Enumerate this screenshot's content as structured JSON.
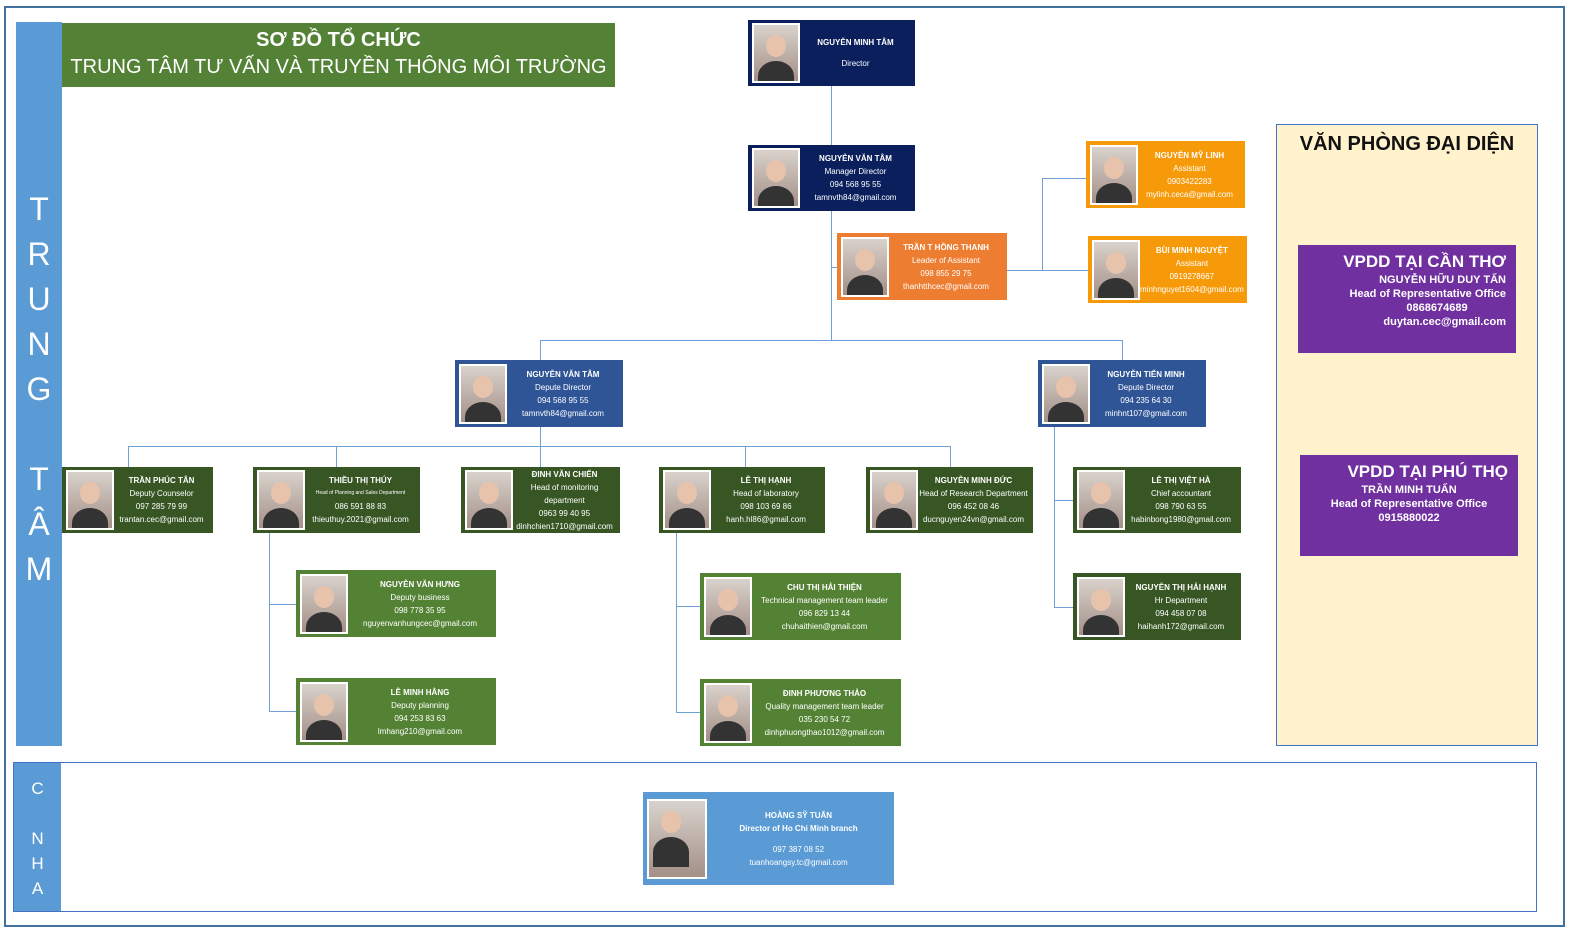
{
  "title": {
    "line1": "SƠ ĐỒ TỔ CHỨC",
    "line2": "TRUNG TÂM TƯ VẤN VÀ TRUYỀN THÔNG MÔI TRƯỜNG"
  },
  "side_label": [
    "T",
    "R",
    "U",
    "N",
    "G",
    "",
    "T",
    "Â",
    "M"
  ],
  "branch_label": [
    "C",
    "",
    "N",
    "H",
    "A"
  ],
  "colors": {
    "navy": "#0a1f5c",
    "orange": "#ed7d31",
    "amber": "#f79a0a",
    "blue": "#2f5597",
    "dark_green": "#375623",
    "green": "#548235",
    "light_blue": "#5b9bd5",
    "purple": "#7030a0"
  },
  "cards": [
    {
      "lines": [
        "NGUYỄN MINH TÂM",
        "Director"
      ]
    },
    {
      "lines": [
        "NGUYỄN VĂN TÂM",
        "Manager Director",
        "094 568 95 55",
        "tamnvth84@gmail.com"
      ]
    },
    {
      "lines": [
        "TRẦN T HỒNG THANH",
        "Leader of Assistant",
        "098 855 29 75",
        "thanhtthcec@gmail.com"
      ]
    },
    {
      "lines": [
        "NGUYỄN MỸ LINH",
        "Assistant",
        "0903422283",
        "mylinh.ceca@gmail.com"
      ]
    },
    {
      "lines": [
        "BÙI MINH NGUYỆT",
        "Assistant",
        "0919278667",
        "minhnguyet1604@gmail.com"
      ]
    },
    {
      "lines": [
        "NGUYỄN VĂN TÂM",
        "Depute Director",
        "094 568 95 55",
        "tamnvth84@gmail.com"
      ]
    },
    {
      "lines": [
        "NGUYỄN TIẾN MINH",
        "Depute Director",
        "094 235 64 30",
        "minhnt107@gmail.com"
      ]
    },
    {
      "lines": [
        "TRẦN PHÚC TÂN",
        "Deputy Counselor",
        "097 285 79 99",
        "trantan.cec@gmail.com"
      ]
    },
    {
      "lines": [
        "THIỀU THỊ THÚY",
        "Head of Planning and Sales Department",
        "086 591 88 83",
        "thieuthuy.2021@gmail.com"
      ]
    },
    {
      "lines": [
        "ĐINH VĂN CHIẾN",
        "Head of monitoring department",
        "0963 99 40 95",
        "dinhchien1710@gmail.com"
      ]
    },
    {
      "lines": [
        "LÊ THỊ HẠNH",
        "Head of laboratory",
        "098 103 69 86",
        "hanh.hl86@gmail.com"
      ]
    },
    {
      "lines": [
        "NGUYỄN MINH ĐỨC",
        "Head of Research Department",
        "096 452 08 46",
        "ducnguyen24vn@gmail.com"
      ]
    },
    {
      "lines": [
        "LÊ THỊ VIỆT HÀ",
        "Chief accountant",
        "098 790 63 55",
        "habinbong1980@gmail.com"
      ]
    },
    {
      "lines": [
        "NGUYỄN VĂN HƯNG",
        "Deputy business",
        "098 778 35 95",
        "nguyenvanhungcec@gmail.com"
      ]
    },
    {
      "lines": [
        "LÊ MINH HẰNG",
        "Deputy planning",
        "094 253 83 63",
        "lmhang210@gmail.com"
      ]
    },
    {
      "lines": [
        "CHU THỊ HẢI THIỆN",
        "Technical management team leader",
        "096 829 13 44",
        "chuhaithien@gmail.com"
      ]
    },
    {
      "lines": [
        "ĐINH PHƯƠNG THẢO",
        "Quality management team leader",
        "035 230 54 72",
        "dinhphuongthao1012@gmail.com"
      ]
    },
    {
      "lines": [
        "NGUYỄN THỊ HẢI HẠNH",
        "Hr Department",
        "094 458 07 08",
        "haihanh172@gmail.com"
      ]
    },
    {
      "lines": [
        "HOÀNG SỸ TUẤN",
        "Director of Ho Chi Minh branch",
        "097 387  08 52",
        "tuanhoangsy.tc@gmail.com"
      ]
    }
  ],
  "rep_offices": {
    "heading": "VĂN PHÒNG ĐẠI DIỆN",
    "offices": [
      {
        "name": "VPDD TẠI CẦN THƠ",
        "person": "NGUYỄN HỮU DUY TẤN",
        "role": "Head of Representative Office",
        "phone": "0868674689",
        "email": "duytan.cec@gmail.com"
      },
      {
        "name": "VPDD TẠI PHÚ THỌ",
        "person": "TRẦN MINH TUẤN",
        "role": "Head of Representative Office",
        "phone": "0915880022"
      }
    ]
  }
}
